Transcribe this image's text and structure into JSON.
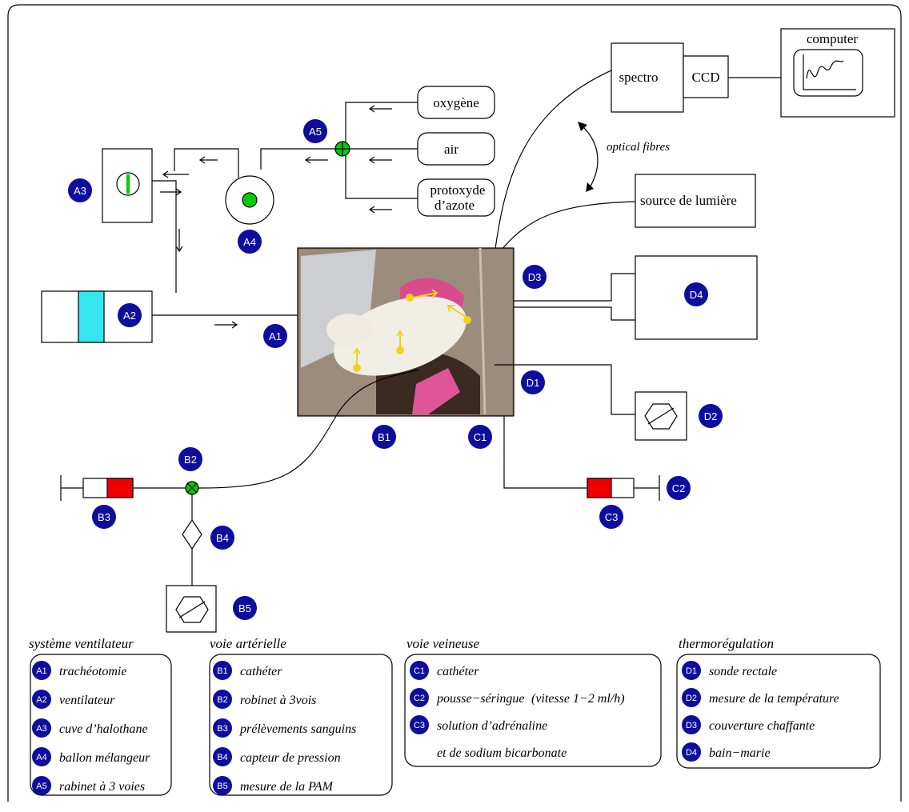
{
  "colors": {
    "badge": "#0d0d9e",
    "green": "#00cc00",
    "cyan": "#33e6f0",
    "red": "#ee0000",
    "photo_bg": "#8a7a6a",
    "arrow_yellow": "#f2d21b"
  },
  "badges": {
    "A1": "A1",
    "A2": "A2",
    "A3": "A3",
    "A4": "A4",
    "A5": "A5",
    "B1": "B1",
    "B2": "B2",
    "B3": "B3",
    "B4": "B4",
    "B5": "B5",
    "C1": "C1",
    "C2": "C2",
    "C3": "C3",
    "D1": "D1",
    "D2": "D2",
    "D3": "D3",
    "D4": "D4"
  },
  "devices": {
    "computer": "computer",
    "spectro": "spectro",
    "ccd": "CCD",
    "oxygen": "oxygène",
    "air": "air",
    "protoxyde_line1": "protoxyde",
    "protoxyde_line2": "d’azote",
    "light_source": "source de lumière",
    "optical_fibres": "optical fibres"
  },
  "legend": {
    "ventilation": {
      "title": "système ventilateur",
      "items": [
        {
          "badge": "A1",
          "text": "trachéotomie"
        },
        {
          "badge": "A2",
          "text": "ventilateur"
        },
        {
          "badge": "A3",
          "text": "cuve d’halothane"
        },
        {
          "badge": "A4",
          "text": "ballon mélangeur"
        },
        {
          "badge": "A5",
          "text": "rabinet à 3 voies"
        }
      ]
    },
    "arterial": {
      "title": "voie artérielle",
      "items": [
        {
          "badge": "B1",
          "text": "cathéter"
        },
        {
          "badge": "B2",
          "text": "robinet à 3vois"
        },
        {
          "badge": "B3",
          "text": "prélèvements sanguins"
        },
        {
          "badge": "B4",
          "text": "capteur de pression"
        },
        {
          "badge": "B5",
          "text": "mesure de la PAM"
        }
      ]
    },
    "venous": {
      "title": "voie veineuse",
      "items": [
        {
          "badge": "C1",
          "text": "cathéter"
        },
        {
          "badge": "C2",
          "text": "pousse−séringue",
          "extra": "(vitesse 1−2 ml/h)"
        },
        {
          "badge": "C3",
          "text": "solution d’adrénaline"
        },
        {
          "badge": "",
          "text": "et de sodium bicarbonate"
        }
      ]
    },
    "thermo": {
      "title": "thermorégulation",
      "items": [
        {
          "badge": "D1",
          "text": "sonde rectale"
        },
        {
          "badge": "D2",
          "text": "mesure de la température"
        },
        {
          "badge": "D3",
          "text": "couverture chaffante"
        },
        {
          "badge": "D4",
          "text": "bain−marie"
        }
      ]
    }
  }
}
